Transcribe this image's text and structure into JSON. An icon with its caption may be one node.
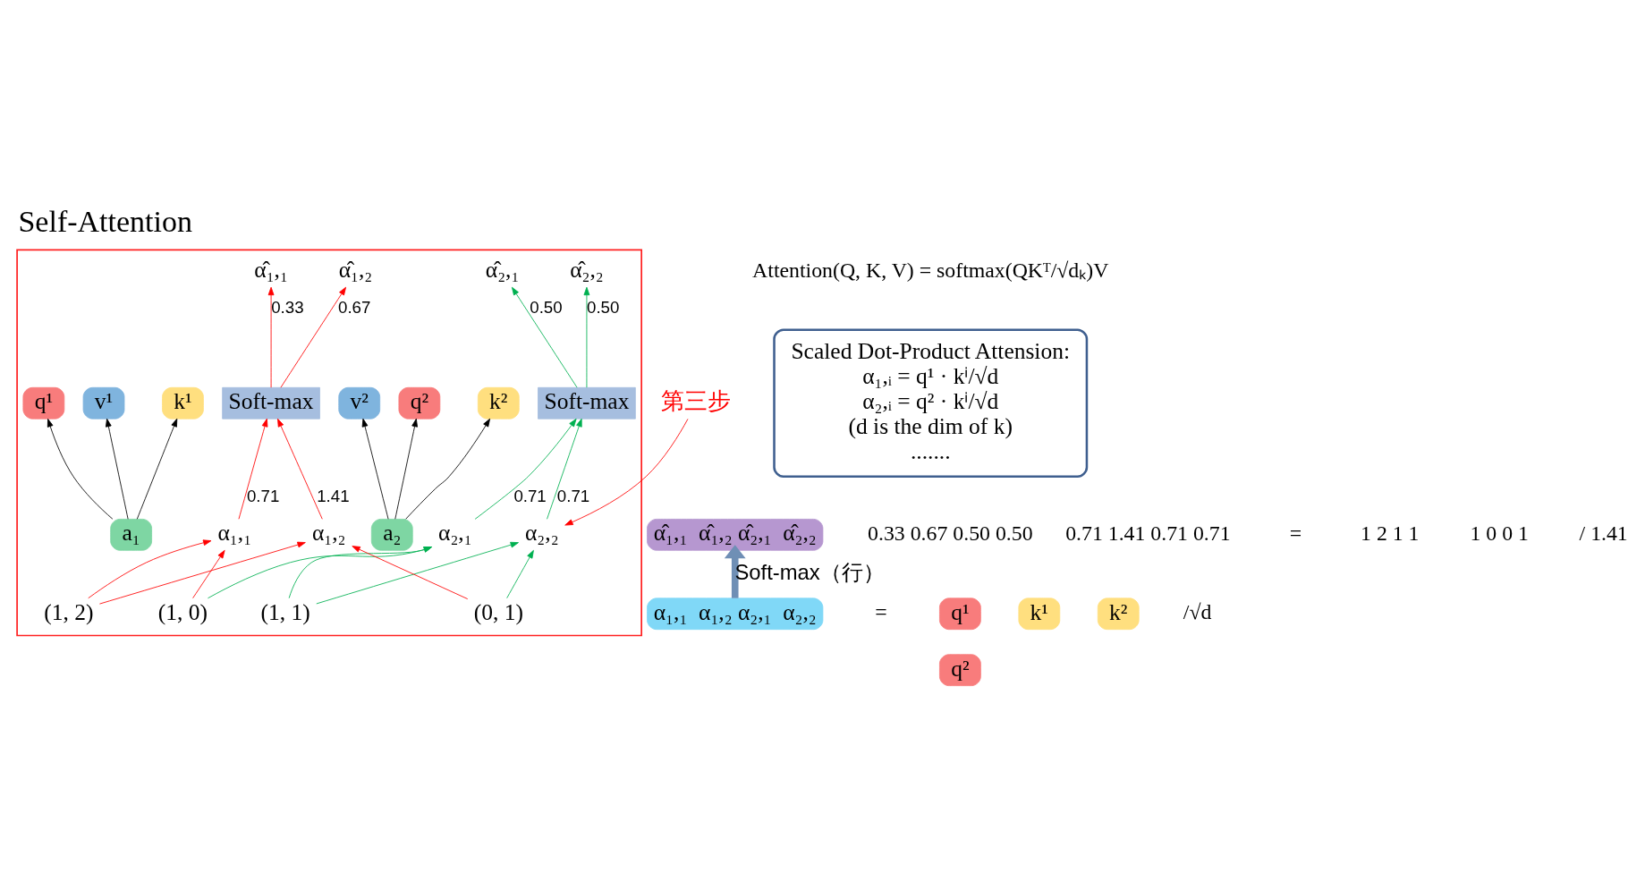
{
  "diagram": {
    "title": "Self-Attention",
    "nodes": [
      {
        "text": [],
        "shape": "box"
      },
      {
        "text": [
          "α̂₁,₁"
        ],
        "in": 0
      },
      {
        "text": [
          "α̂₁,₂"
        ],
        "in": 0
      },
      {
        "text": [
          "α̂₂,₁"
        ],
        "in": 0
      },
      {
        "text": [
          "α̂₂,₂"
        ],
        "in": 0
      },
      {
        "text": [
          "Soft-max"
        ],
        "in": 0
      },
      {
        "text": [
          "Soft-max"
        ],
        "in": 0
      },
      {
        "text": [
          "α₁,₁"
        ],
        "in": 0
      },
      {
        "text": [
          "α₁,₂"
        ],
        "in": 0
      },
      {
        "text": [
          "α₂,₁"
        ],
        "in": 0
      },
      {
        "text": [
          "α₂,₂"
        ],
        "in": 0
      },
      {
        "text": [
          "(1, 2)"
        ],
        "in": 0
      },
      {
        "text": [
          "(1, 0)"
        ],
        "in": 0
      },
      {
        "text": [
          "(1, 1)"
        ],
        "in": 0
      },
      {
        "text": [
          "(0, 1)"
        ],
        "in": 0
      },
      {
        "text": [
          "q¹"
        ],
        "in": 0
      },
      {
        "text": [
          "k¹"
        ],
        "in": 0
      },
      {
        "text": [
          "v¹"
        ],
        "in": 0
      },
      {
        "text": [
          "q²"
        ],
        "in": 0
      },
      {
        "text": [
          "k²"
        ],
        "in": 0
      },
      {
        "text": [
          "v²"
        ],
        "in": 0
      },
      {
        "text": [
          "a₁"
        ],
        "in": 0
      },
      {
        "text": [
          "a₂"
        ],
        "in": 0
      },
      {
        "text": [
          "Scaled Dot-Product Attension:",
          "α₁,ᵢ = q¹ · kⁱ/√d",
          "α₂,ᵢ = q² · kⁱ/√d",
          "(d is the dim of k)",
          "......."
        ]
      },
      {
        "text": [
          "第三步"
        ]
      },
      {
        "text": [
          "α₁,₁  α₁,₂ α₂,₁  α₂,₂"
        ]
      },
      {
        "text": [
          "q¹"
        ]
      },
      {
        "text": [
          "q²"
        ]
      },
      {
        "text": [
          "k¹"
        ]
      },
      {
        "text": [
          "k²"
        ]
      },
      {
        "text": [
          "α̂₁,₁  α̂₁,₂ α̂₂,₁  α̂₂,₂"
        ]
      }
    ],
    "edges": [
      {
        "from": 5,
        "to": 1,
        "arrow": "to",
        "label": "0.33",
        "color": "#ff0000"
      },
      {
        "from": 5,
        "to": 2,
        "arrow": "to",
        "label": "0.67",
        "color": "#ff0000"
      },
      {
        "from": 6,
        "to": 3,
        "arrow": "to",
        "label": "0.50",
        "color": "#00b050"
      },
      {
        "from": 6,
        "to": 4,
        "arrow": "to",
        "label": "0.50",
        "color": "#00b050"
      },
      {
        "from": 7,
        "to": 5,
        "arrow": "to",
        "label": "0.71",
        "color": "#ff0000"
      },
      {
        "from": 8,
        "to": 5,
        "arrow": "to",
        "label": "1.41",
        "color": "#ff0000"
      },
      {
        "from": 9,
        "to": 6,
        "arrow": "to",
        "label": "0.71",
        "color": "#00b050"
      },
      {
        "from": 10,
        "to": 6,
        "arrow": "to",
        "label": "0.71",
        "color": "#00b050"
      },
      {
        "from": 11,
        "to": 7,
        "arrow": "to",
        "color": "#ff0000"
      },
      {
        "from": 11,
        "to": 8,
        "arrow": "to",
        "color": "#ff0000"
      },
      {
        "from": 12,
        "to": 7,
        "arrow": "to",
        "color": "#ff0000"
      },
      {
        "from": 12,
        "to": 9,
        "arrow": "to",
        "color": "#00b050"
      },
      {
        "from": 13,
        "to": 9,
        "arrow": "to",
        "color": "#00b050"
      },
      {
        "from": 13,
        "to": 10,
        "arrow": "to",
        "color": "#00b050"
      },
      {
        "from": 14,
        "to": 10,
        "arrow": "to",
        "color": "#00b050"
      },
      {
        "from": 14,
        "to": 8,
        "arrow": "to",
        "color": "#ff0000"
      },
      {
        "from": 21,
        "to": 15,
        "arrow": "to",
        "color": "#000000"
      },
      {
        "from": 21,
        "to": 16,
        "arrow": "to",
        "color": "#000000"
      },
      {
        "from": 21,
        "to": 17,
        "arrow": "to",
        "color": "#000000"
      },
      {
        "from": 22,
        "to": 18,
        "arrow": "to",
        "color": "#000000"
      },
      {
        "from": 22,
        "to": 19,
        "arrow": "to",
        "color": "#000000"
      },
      {
        "from": 22,
        "to": 20,
        "arrow": "to",
        "color": "#000000"
      },
      {
        "from": 24,
        "to": 10,
        "arrow": "to",
        "color": "#ff0000"
      },
      {
        "from": 25,
        "to": 30,
        "arrow": "to",
        "label": "Soft-max（行）",
        "style": "thick",
        "color": "#6f8fb5"
      }
    ],
    "labels": [
      "Attention(Q, K, V) = softmax(QKᵀ/√dₖ)V",
      "0.71 1.41 0.71 0.71",
      "=",
      "1 2 1 1",
      "1 0 0 1",
      "/ 1.41",
      "=",
      "/√d",
      "0.33 0.67 0.50 0.50"
    ]
  }
}
